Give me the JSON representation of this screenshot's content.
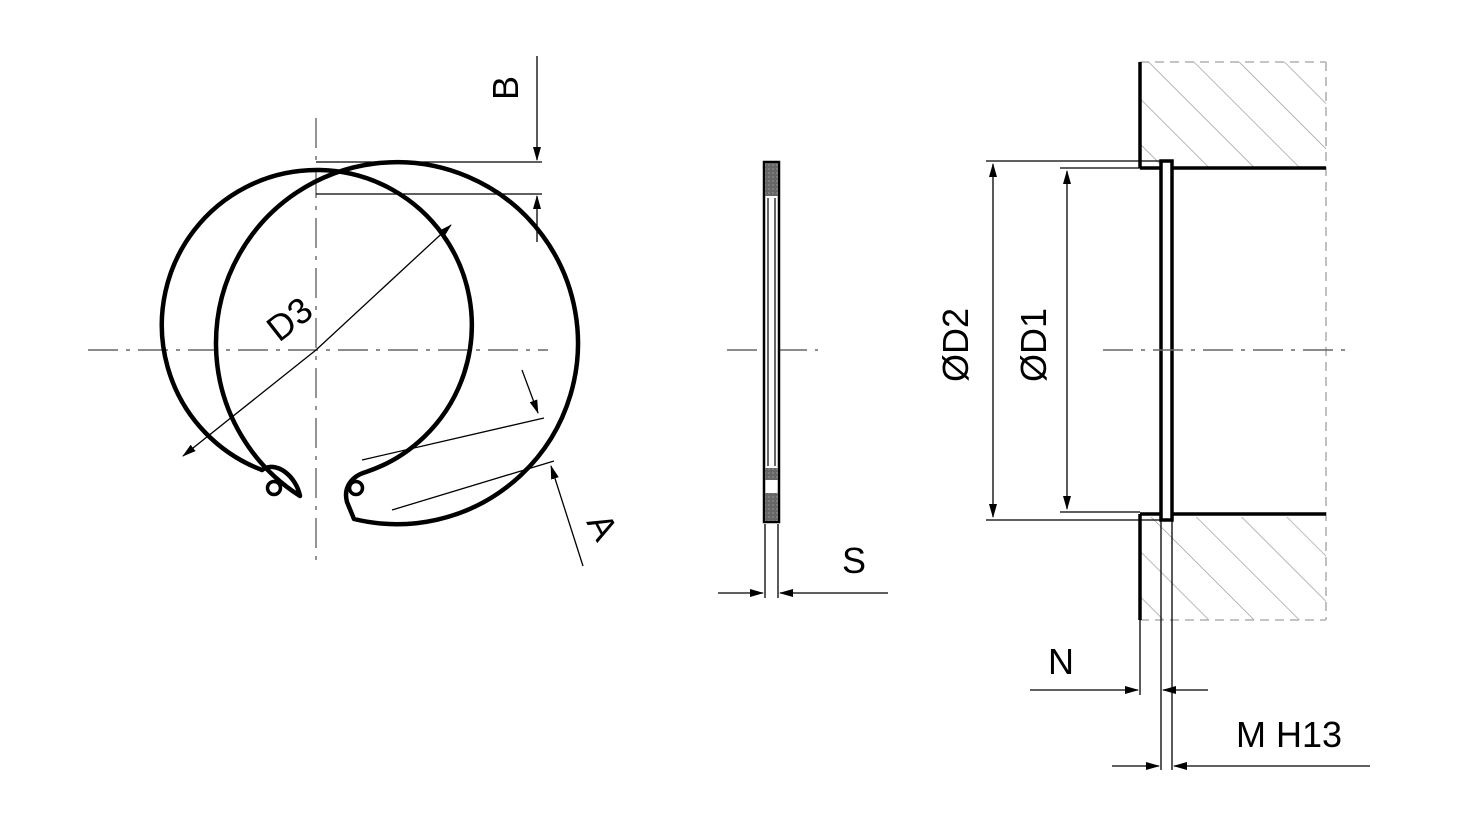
{
  "labels": {
    "b": "B",
    "d3": "D3",
    "a": "A",
    "s": "S",
    "d2": "ØD2",
    "d1": "ØD1",
    "n": "N",
    "m": "M H13"
  },
  "colors": {
    "line": "#000000",
    "centerline": "#666666",
    "hatch": "#9a9a9a",
    "ring_section": "#555555"
  }
}
